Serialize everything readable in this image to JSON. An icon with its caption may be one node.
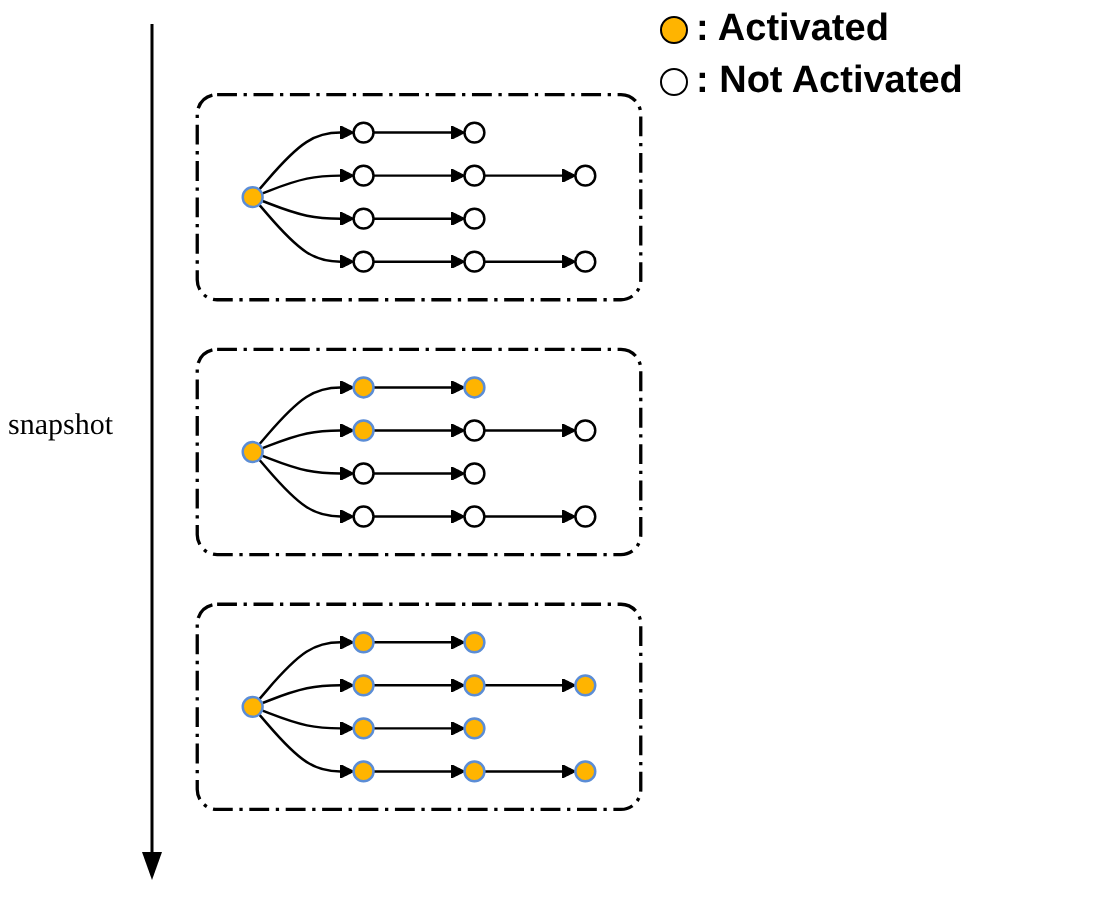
{
  "diagram": {
    "nodes": [
      {
        "text": [],
        "shape": "box"
      },
      {
        "text": [],
        "shape": "circle",
        "in": 0
      },
      {
        "text": [],
        "shape": "circle",
        "in": 0
      },
      {
        "text": [],
        "shape": "circle",
        "in": 0
      },
      {
        "text": [],
        "shape": "circle",
        "in": 0
      },
      {
        "text": [],
        "shape": "circle",
        "in": 0
      },
      {
        "text": [],
        "shape": "circle",
        "in": 0
      },
      {
        "text": [],
        "shape": "circle",
        "in": 0
      },
      {
        "text": [],
        "shape": "circle",
        "in": 0
      },
      {
        "text": [],
        "shape": "circle",
        "in": 0
      },
      {
        "text": [],
        "shape": "circle",
        "in": 0
      },
      {
        "text": [],
        "shape": "circle",
        "in": 0
      },
      {
        "text": [],
        "shape": "box"
      },
      {
        "text": [],
        "shape": "circle",
        "in": 12
      },
      {
        "text": [],
        "shape": "circle",
        "in": 12
      },
      {
        "text": [],
        "shape": "circle",
        "in": 12
      },
      {
        "text": [],
        "shape": "circle",
        "in": 12
      },
      {
        "text": [],
        "shape": "circle",
        "in": 12
      },
      {
        "text": [],
        "shape": "circle",
        "in": 12
      },
      {
        "text": [],
        "shape": "circle",
        "in": 12
      },
      {
        "text": [],
        "shape": "circle",
        "in": 12
      },
      {
        "text": [],
        "shape": "circle",
        "in": 12
      },
      {
        "text": [],
        "shape": "circle",
        "in": 12
      },
      {
        "text": [],
        "shape": "circle",
        "in": 12
      },
      {
        "text": [],
        "shape": "box"
      },
      {
        "text": [],
        "shape": "circle",
        "in": 24
      },
      {
        "text": [],
        "shape": "circle",
        "in": 24
      },
      {
        "text": [],
        "shape": "circle",
        "in": 24
      },
      {
        "text": [],
        "shape": "circle",
        "in": 24
      },
      {
        "text": [],
        "shape": "circle",
        "in": 24
      },
      {
        "text": [],
        "shape": "circle",
        "in": 24
      },
      {
        "text": [],
        "shape": "circle",
        "in": 24
      },
      {
        "text": [],
        "shape": "circle",
        "in": 24
      },
      {
        "text": [],
        "shape": "circle",
        "in": 24
      },
      {
        "text": [],
        "shape": "circle",
        "in": 24
      },
      {
        "text": [],
        "shape": "circle",
        "in": 24
      }
    ],
    "edges": [
      {
        "from": 1,
        "to": 2,
        "arrow": "to"
      },
      {
        "from": 2,
        "to": 3,
        "arrow": "to"
      },
      {
        "from": 1,
        "to": 4,
        "arrow": "to"
      },
      {
        "from": 4,
        "to": 5,
        "arrow": "to"
      },
      {
        "from": 5,
        "to": 6,
        "arrow": "to"
      },
      {
        "from": 1,
        "to": 7,
        "arrow": "to"
      },
      {
        "from": 7,
        "to": 8,
        "arrow": "to"
      },
      {
        "from": 1,
        "to": 9,
        "arrow": "to"
      },
      {
        "from": 9,
        "to": 10,
        "arrow": "to"
      },
      {
        "from": 10,
        "to": 11,
        "arrow": "to"
      },
      {
        "from": 13,
        "to": 14,
        "arrow": "to"
      },
      {
        "from": 14,
        "to": 15,
        "arrow": "to"
      },
      {
        "from": 13,
        "to": 16,
        "arrow": "to"
      },
      {
        "from": 16,
        "to": 17,
        "arrow": "to"
      },
      {
        "from": 17,
        "to": 18,
        "arrow": "to"
      },
      {
        "from": 13,
        "to": 19,
        "arrow": "to"
      },
      {
        "from": 19,
        "to": 20,
        "arrow": "to"
      },
      {
        "from": 13,
        "to": 21,
        "arrow": "to"
      },
      {
        "from": 21,
        "to": 22,
        "arrow": "to"
      },
      {
        "from": 22,
        "to": 23,
        "arrow": "to"
      },
      {
        "from": 25,
        "to": 26,
        "arrow": "to"
      },
      {
        "from": 26,
        "to": 27,
        "arrow": "to"
      },
      {
        "from": 25,
        "to": 28,
        "arrow": "to"
      },
      {
        "from": 28,
        "to": 29,
        "arrow": "to"
      },
      {
        "from": 29,
        "to": 30,
        "arrow": "to"
      },
      {
        "from": 25,
        "to": 31,
        "arrow": "to"
      },
      {
        "from": 31,
        "to": 32,
        "arrow": "to"
      },
      {
        "from": 25,
        "to": 33,
        "arrow": "to"
      },
      {
        "from": 33,
        "to": 34,
        "arrow": "to"
      },
      {
        "from": 34,
        "to": 35,
        "arrow": "to"
      }
    ],
    "labels": [
      "snapshot"
    ],
    "legend": [
      {
        "text": ": Activated",
        "color": "#ffb400"
      },
      {
        "text": ": Not Activated",
        "color": "#ffffff"
      }
    ]
  }
}
